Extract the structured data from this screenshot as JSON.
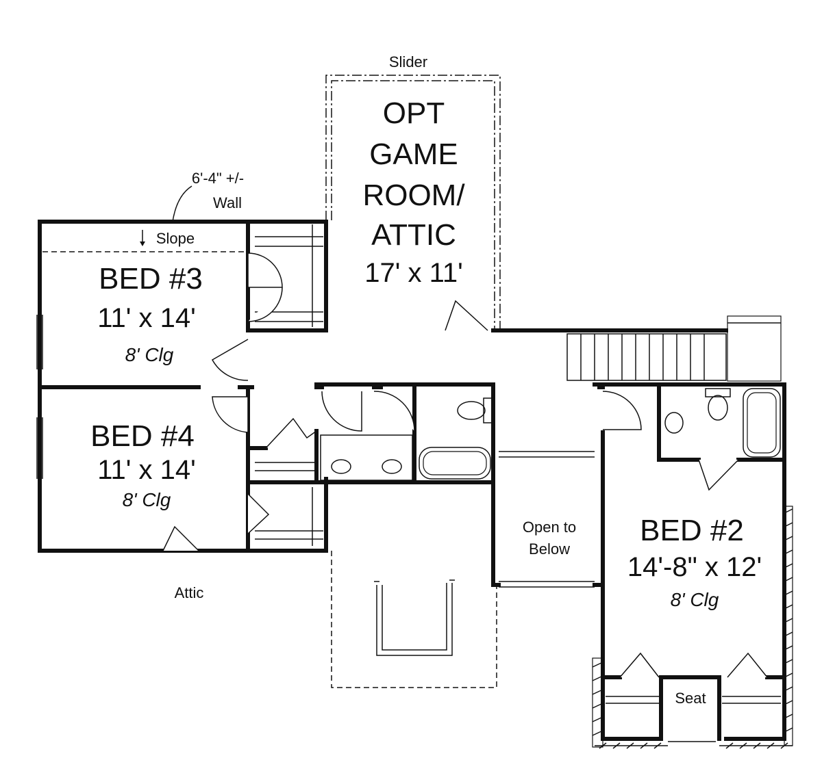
{
  "labels": {
    "slider": "Slider",
    "game_room_line1": "OPT",
    "game_room_line2": "GAME",
    "game_room_line3": "ROOM/",
    "game_room_line4": "ATTIC",
    "game_room_dim": "17' x 11'",
    "wall_note_line1": "6'-4\" +/-",
    "wall_note_line2": "Wall",
    "slope": "Slope",
    "bed3_name": "BED #3",
    "bed3_dim": "11' x 14'",
    "bed3_clg": "8' Clg",
    "bed4_name": "BED #4",
    "bed4_dim": "11' x 14'",
    "bed4_clg": "8' Clg",
    "open_line1": "Open to",
    "open_line2": "Below",
    "bed2_name": "BED #2",
    "bed2_dim": "14'-8\" x 12'",
    "bed2_clg": "8' Clg",
    "attic": "Attic",
    "seat": "Seat"
  }
}
